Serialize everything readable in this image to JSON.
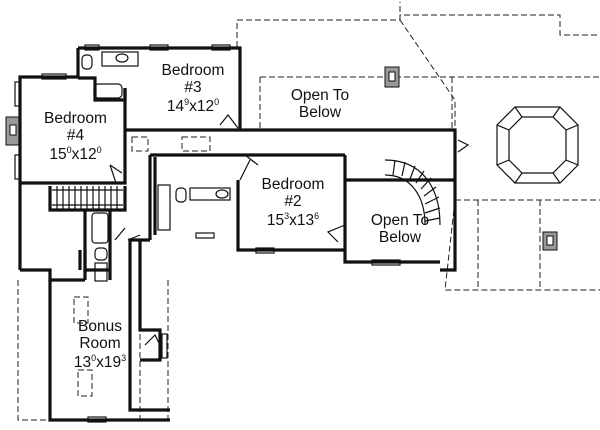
{
  "rooms": [
    {
      "name": "Bedroom",
      "number": "#3",
      "dim_a": "14",
      "sup_a": "9",
      "sep": "x",
      "dim_b": "12",
      "sup_b": "0"
    },
    {
      "name": "Bedroom",
      "number": "#4",
      "dim_a": "15",
      "sup_a": "0",
      "sep": "x",
      "dim_b": "12",
      "sup_b": "0"
    },
    {
      "name": "Bedroom",
      "number": "#2",
      "dim_a": "15",
      "sup_a": "3",
      "sep": "x",
      "dim_b": "13",
      "sup_b": "6"
    },
    {
      "name": "Bonus",
      "number": "Room",
      "dim_a": "13",
      "sup_a": "0",
      "sep": "x",
      "dim_b": "19",
      "sup_b": "3"
    }
  ],
  "open_areas": [
    {
      "line1": "Open To",
      "line2": "Below"
    },
    {
      "line1": "Open To",
      "line2": "Below"
    }
  ]
}
